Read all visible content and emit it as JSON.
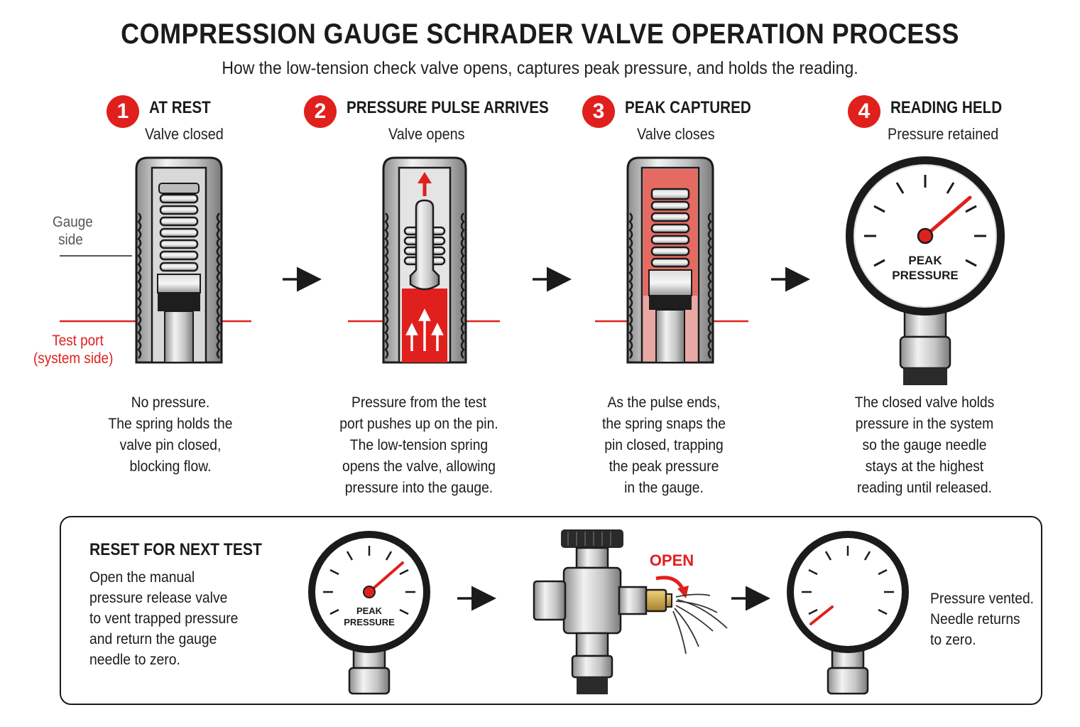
{
  "title": "COMPRESSION GAUGE SCHRADER VALVE OPERATION PROCESS",
  "subtitle": "How the low-tension check valve opens, captures peak pressure, and holds the reading.",
  "labels": {
    "gauge_side": [
      "Gauge",
      "side"
    ],
    "test_port": [
      "Test port",
      "(system side)"
    ]
  },
  "steps": [
    {
      "number": "1",
      "title": "AT REST",
      "subtitle": "Valve closed",
      "description": [
        "No pressure.",
        "The spring holds the",
        "valve pin closed,",
        "blocking flow."
      ]
    },
    {
      "number": "2",
      "title": "PRESSURE PULSE ARRIVES",
      "subtitle": "Valve opens",
      "description": [
        "Pressure from the test",
        "port pushes up on the pin.",
        "The low-tension spring",
        "opens the valve, allowing",
        "pressure into the gauge."
      ]
    },
    {
      "number": "3",
      "title": "PEAK CAPTURED",
      "subtitle": "Valve closes",
      "description": [
        "As the pulse ends,",
        "the spring snaps the",
        "pin closed, trapping",
        "the peak pressure",
        "in the gauge."
      ]
    },
    {
      "number": "4",
      "title": "READING HELD",
      "subtitle": "Pressure retained",
      "description": [
        "The closed valve holds",
        "pressure in the system",
        "so the gauge needle",
        "stays at the highest",
        "reading until released."
      ]
    }
  ],
  "gauge_face_label": [
    "PEAK",
    "PRESSURE"
  ],
  "reset": {
    "title": "RESET FOR NEXT TEST",
    "text": [
      "Open the manual",
      "pressure release valve",
      "to vent trapped pressure",
      "and return the gauge",
      "needle to zero."
    ],
    "open_label": "OPEN",
    "vented_text": [
      "Pressure vented.",
      "Needle returns",
      "to zero."
    ]
  },
  "colors": {
    "accent": "#e0201c",
    "ink": "#1b1b1b",
    "metal": "#c9c9c9",
    "brass": "#c9a24a"
  },
  "icons": [
    "arrow-right-icon",
    "pressure-gauge-icon",
    "release-valve-icon",
    "spray-icon",
    "rotate-arrow-icon"
  ]
}
